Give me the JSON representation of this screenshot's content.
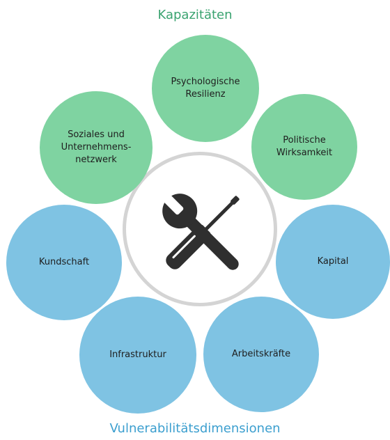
{
  "headings": {
    "top": "Kapazitäten",
    "bottom": "Vulnerabilitätsdimensionen"
  },
  "colors": {
    "capacity_fill": "#7fd3a1",
    "vulnerability_fill": "#7fc3e3",
    "capacity_heading": "#3aa370",
    "vulnerability_heading": "#3c9fcf",
    "ring": "#d4d4d4",
    "icon": "#2f2f2f"
  },
  "center_icon": "wrench-screwdriver-icon",
  "capacities": [
    {
      "label": "Psychologische\nResilienz"
    },
    {
      "label": "Politische\nWirksamkeit"
    },
    {
      "label": "Soziales und\nUnternehmens-\nnetzwerk"
    }
  ],
  "vulnerabilities": [
    {
      "label": "Kapital"
    },
    {
      "label": "Arbeitskräfte"
    },
    {
      "label": "Infrastruktur"
    },
    {
      "label": "Kundschaft"
    }
  ]
}
